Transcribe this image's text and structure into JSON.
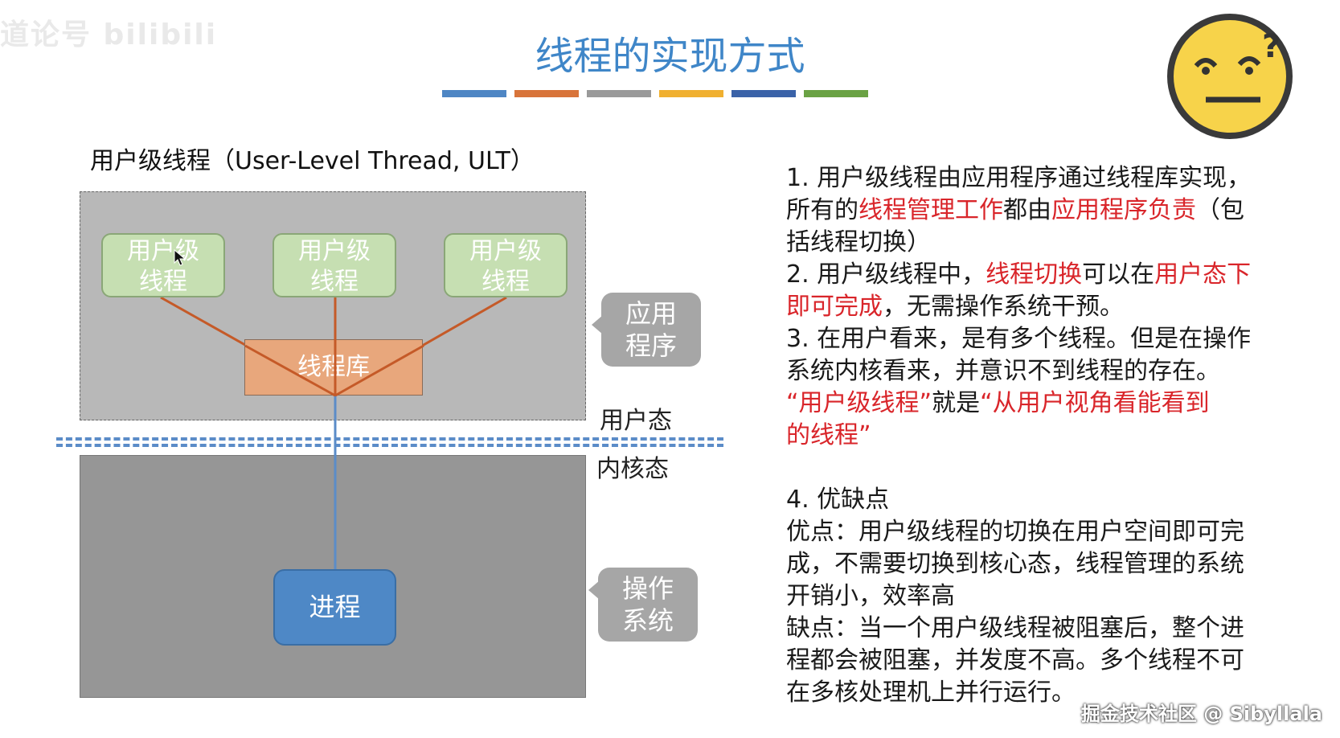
{
  "watermark_top": "道论号 bilibili",
  "title": "线程的实现方式",
  "title_bar_colors": [
    "#4e86c4",
    "#d8743a",
    "#9a9a9a",
    "#f0b030",
    "#3a62a8",
    "#6aa244"
  ],
  "heading": "用户级线程（User-Level Thread, ULT）",
  "diagram": {
    "threads": [
      "用户级\n线程",
      "用户级\n线程",
      "用户级\n线程"
    ],
    "library": "线程库",
    "process": "进程",
    "callout_app": "应用\n程序",
    "callout_os": "操作\n系统",
    "user_mode": "用户态",
    "kernel_mode": "内核态",
    "colors": {
      "thread_fill": "#c6dfb2",
      "library_fill": "#e8a77c",
      "process_fill": "#4e88c6",
      "connector": "#c55a28",
      "kernel_line": "#5b8cc8"
    }
  },
  "right": {
    "p1": [
      "1. 用户级线程由应用程序通过线程库实现，",
      "所有的",
      "线程管理工作",
      "都由",
      "应用程序负责",
      "（包",
      "括线程切换）"
    ],
    "p2": [
      "2. 用户级线程中，",
      "线程切换",
      "可以在",
      "用户态下",
      "即可完成",
      "，无需操作系统干预。"
    ],
    "p3": [
      "3. 在用户看来，是有多个线程。但是在操作",
      "系统内核看来，并意识不到线程的存在。",
      "“用户级线程”",
      "就是",
      "“从用户视角看能看到",
      "的线程”"
    ],
    "p4_title": "4. 优缺点",
    "p4_pros": [
      "优点：用户级线程的切换在用户空间即可完",
      "成，不需要切换到核心态，线程管理的系统",
      "开销小，效率高"
    ],
    "p4_cons": [
      "缺点：当一个用户级线程被阻塞后，整个进",
      "程都会被阻塞，并发度不高。多个线程不可",
      "在多核处理机上并行运行。"
    ]
  },
  "watermark_bottom": "掘金技术社区 @ Sibyllala"
}
